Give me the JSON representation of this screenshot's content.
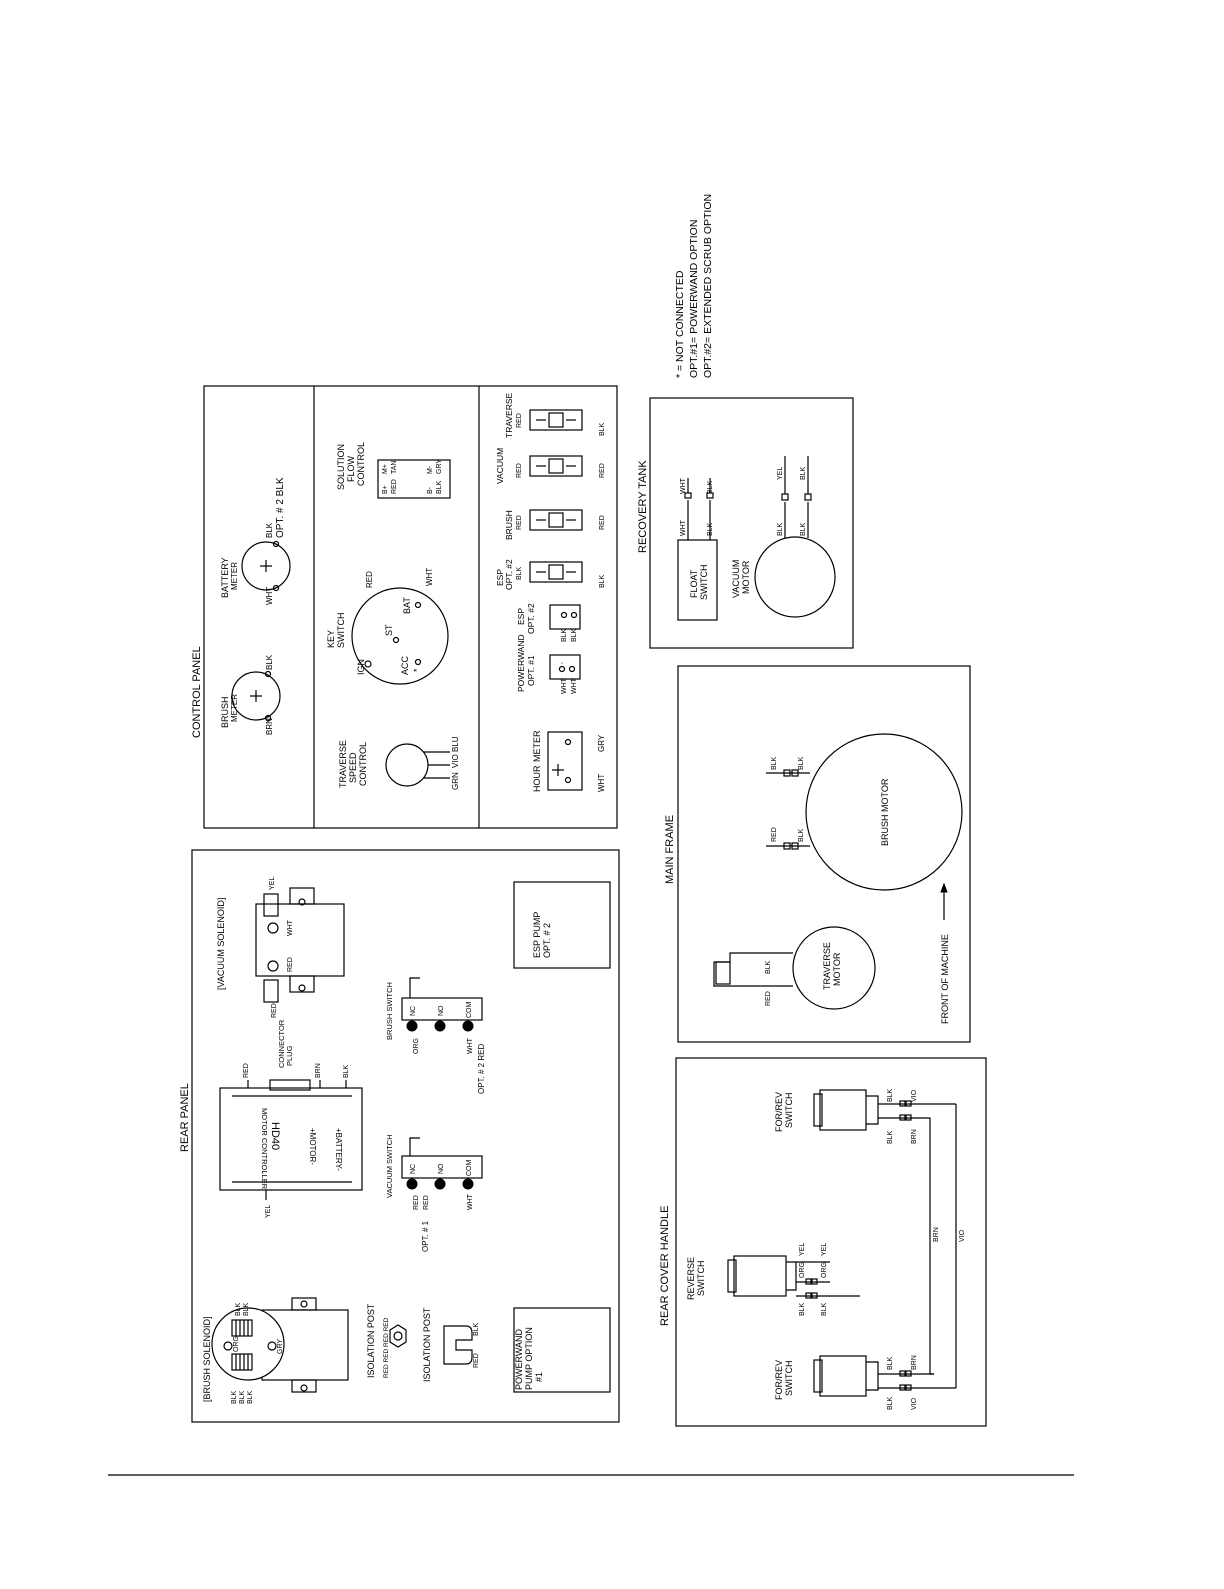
{
  "legend": {
    "line1": "* = NOT CONNECTED",
    "line2": "OPT.#1= POWERWAND OPTION",
    "line3": "OPT.#2= EXTENDED SCRUB OPTION"
  },
  "control_panel": {
    "title": "CONTROL PANEL",
    "brush_meter": {
      "label1": "BRUSH",
      "label2": "METER",
      "w1": "BRN",
      "w2": "BLK"
    },
    "battery_meter": {
      "label1": "BATTERY",
      "label2": "METER",
      "w1": "WHT",
      "w2": "BLK",
      "opt": "OPT. # 2 BLK"
    },
    "traverse_speed": {
      "label1": "TRAVERSE",
      "label2": "SPEED",
      "label3": "CONTROL",
      "w1": "GRN",
      "w2": "VIO",
      "w3": "BLU"
    },
    "key_switch": {
      "label1": "KEY",
      "label2": "SWITCH",
      "ign": "IGN",
      "st": "ST",
      "bat": "BAT",
      "acc": "ACC",
      "star": "*",
      "red": "RED",
      "wht": "WHT"
    },
    "solution_flow": {
      "label1": "SOLUTION",
      "label2": "FLOW",
      "label3": "CONTROL",
      "bplus": "B+",
      "bplus_w": "RED",
      "mplus": "M+",
      "mplus_w": "TAN",
      "bminus": "B-",
      "bminus_w": "BLK",
      "mminus": "M-",
      "mminus_w": "GRY"
    },
    "hour_meter": {
      "label1": "HOUR",
      "label2": "METER",
      "w1": "WHT",
      "w2": "GRY"
    },
    "powerwand": {
      "label1": "POWERWAND",
      "label2": "OPT. #1",
      "w1": "WHT",
      "w2": "WHT"
    },
    "esp_plug": {
      "label1": "ESP",
      "label2": "OPT. #2",
      "w1": "BLK",
      "w2": "BLK"
    },
    "esp_switch": {
      "label1": "ESP",
      "label2": "OPT. #2",
      "label3": "BLK",
      "bottom": "BLK"
    },
    "brush_switch": {
      "label1": "BRUSH",
      "label2": "RED",
      "bottom": "RED"
    },
    "vacuum_switch": {
      "label1": "VACUUM",
      "label2": "RED",
      "bottom": "RED"
    },
    "traverse_switch": {
      "label1": "TRAVERSE",
      "label2": "RED",
      "bottom": "BLK"
    }
  },
  "recovery_tank": {
    "title": "RECOVERY TANK",
    "float": {
      "label1": "FLOAT",
      "label2": "SWITCH",
      "w1": "WHT",
      "w2": "BLK",
      "w3": "WHT",
      "w4": "BLK"
    },
    "vacuum_motor": {
      "label1": "VACUUM",
      "label2": "MOTOR",
      "w1": "BLK",
      "w2": "BLK",
      "w3": "YEL",
      "w4": "BLK"
    }
  },
  "main_frame": {
    "title": "MAIN FRAME",
    "brush_motor": {
      "label": "BRUSH MOTOR",
      "w1": "BLK",
      "w2": "BLK",
      "w3": "RED",
      "w4": "BLK"
    },
    "traverse_motor": {
      "label1": "TRAVERSE",
      "label2": "MOTOR",
      "w1": "BLK",
      "w2": "RED"
    },
    "front": "FRONT OF MACHINE"
  },
  "rear_panel": {
    "title": "REAR PANEL",
    "vacuum_solenoid": {
      "label": "[VACUUM SOLENOID]",
      "w1": "YEL",
      "w2": "WHT",
      "w3": "RED",
      "w4": "RED"
    },
    "esp_pump": {
      "label1": "ESP PUMP",
      "label2": "OPT. # 2"
    },
    "motor_controller": {
      "connector1": "CONNECTOR",
      "connector2": "PLUG",
      "red": "RED",
      "brn": "BRN",
      "blk": "BLK",
      "yel": "YEL",
      "mc1": "MOTOR CONTROLLER",
      "mc2": "HD40",
      "battery": "+BATTERY-",
      "motor": "+MOTOR-"
    },
    "brush_switch": {
      "label": "BRUSH SWITCH",
      "nc": "NC",
      "no": "NO",
      "com": "COM",
      "w1": "ORG",
      "w2": "WHT",
      "opt": "OPT. # 2 RED"
    },
    "vacuum_switch": {
      "label": "VACUUM SWITCH",
      "nc": "NC",
      "no": "NO",
      "com": "COM",
      "w1": "RED",
      "w1b": "RED",
      "opt": "OPT. # 1",
      "w2": "WHT"
    },
    "brush_solenoid": {
      "label": "[BRUSH SOLENOID]",
      "org": "ORG",
      "gry": "GRY",
      "blk1": "BLK",
      "blk2": "BLK",
      "blk3": "BLK",
      "blk4": "BLK",
      "blk5": "BLK"
    },
    "isolation_post1": {
      "label": "ISOLATION POST",
      "wires": "RED RED RED RED"
    },
    "isolation_post2": {
      "label": "ISOLATION POST",
      "w1": "RED",
      "w2": "BLK"
    },
    "powerwand_pump": {
      "label1": "POWERWAND",
      "label2": "PUMP OPTION",
      "label3": "#1"
    }
  },
  "rear_cover_handle": {
    "title": "REAR COVER HANDLE",
    "forrev_top": {
      "label1": "FOR/REV",
      "label2": "SWITCH",
      "w1": "BLK",
      "w2": "VIO",
      "w3": "BLK",
      "w4": "BRN"
    },
    "reverse": {
      "label1": "REVERSE",
      "label2": "SWITCH",
      "w1": "YEL",
      "w2": "ORG",
      "w3": "YEL",
      "w4": "ORG",
      "w5": "BLK",
      "w6": "BLK"
    },
    "forrev_bottom": {
      "label1": "FOR/REV",
      "label2": "SWITCH",
      "w1": "BLK",
      "w2": "BRN",
      "w3": "BLK",
      "w4": "VIO"
    },
    "wire_brn": "BRN",
    "wire_vio": "VIO"
  }
}
